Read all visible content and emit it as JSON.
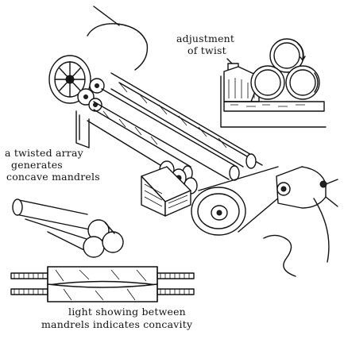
{
  "labels": {
    "adjustment_line1": "adjustment",
    "adjustment_line2": "of twist",
    "array_line1": "a twisted array",
    "array_line2": "generates",
    "array_line3": "concave mandrels",
    "light_line1": "light showing between",
    "light_line2": "mandrels indicates concavity"
  },
  "icons": [
    "machine-illustration",
    "pulley-icon",
    "mandrel-stack-icon",
    "mandrel-pair-icon",
    "twist-adjust-icon"
  ],
  "colors": {
    "ink": "#111111",
    "paper": "#ffffff"
  }
}
